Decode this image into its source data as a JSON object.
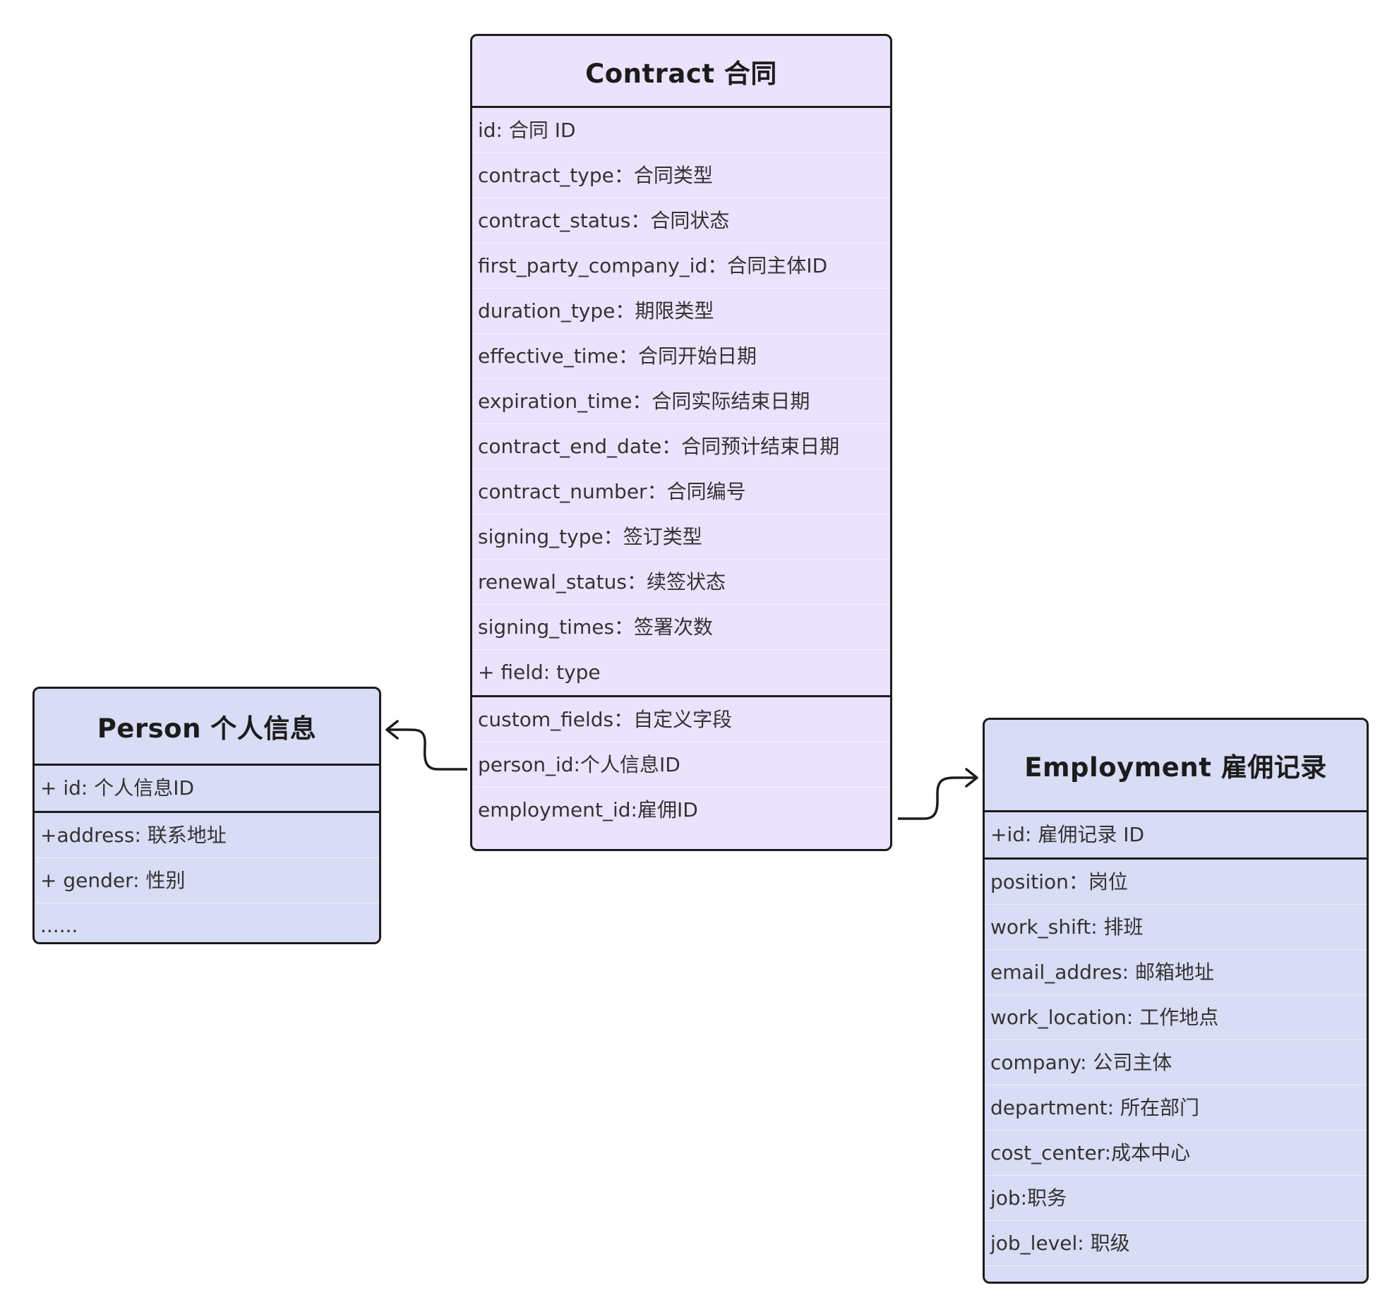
{
  "colors": {
    "contract_fill": "#ebe3fd",
    "entity_fill": "#d8dcf4",
    "border": "#1c1c1c",
    "text": "#333333"
  },
  "contract": {
    "title": "Contract 合同",
    "fields": [
      "id: 合同 ID",
      "contract_type：合同类型",
      "contract_status：合同状态",
      "first_party_company_id：合同主体ID",
      "duration_type：期限类型",
      "effective_time：合同开始日期",
      "expiration_time：合同实际结束日期",
      "contract_end_date：合同预计结束日期",
      "contract_number：合同编号",
      "signing_type：签订类型",
      "renewal_status：续签状态",
      "signing_times：签署次数",
      "+ field: type"
    ],
    "relations": [
      "custom_fields：自定义字段",
      "person_id:个人信息ID",
      "employment_id:雇佣ID"
    ]
  },
  "person": {
    "title": "Person  个人信息",
    "key_field": "+ id: 个人信息ID",
    "fields": [
      "+address: 联系地址",
      "+ gender: 性别",
      "......"
    ]
  },
  "employment": {
    "title": "Employment  雇佣记录",
    "key_field": "+id: 雇佣记录 ID",
    "fields": [
      "position：岗位",
      "work_shift: 排班",
      "email_addres: 邮箱地址",
      "work_location: 工作地点",
      "company: 公司主体",
      "department: 所在部门",
      "cost_center:成本中心",
      "job:职务",
      "job_level: 职级",
      "......"
    ]
  }
}
